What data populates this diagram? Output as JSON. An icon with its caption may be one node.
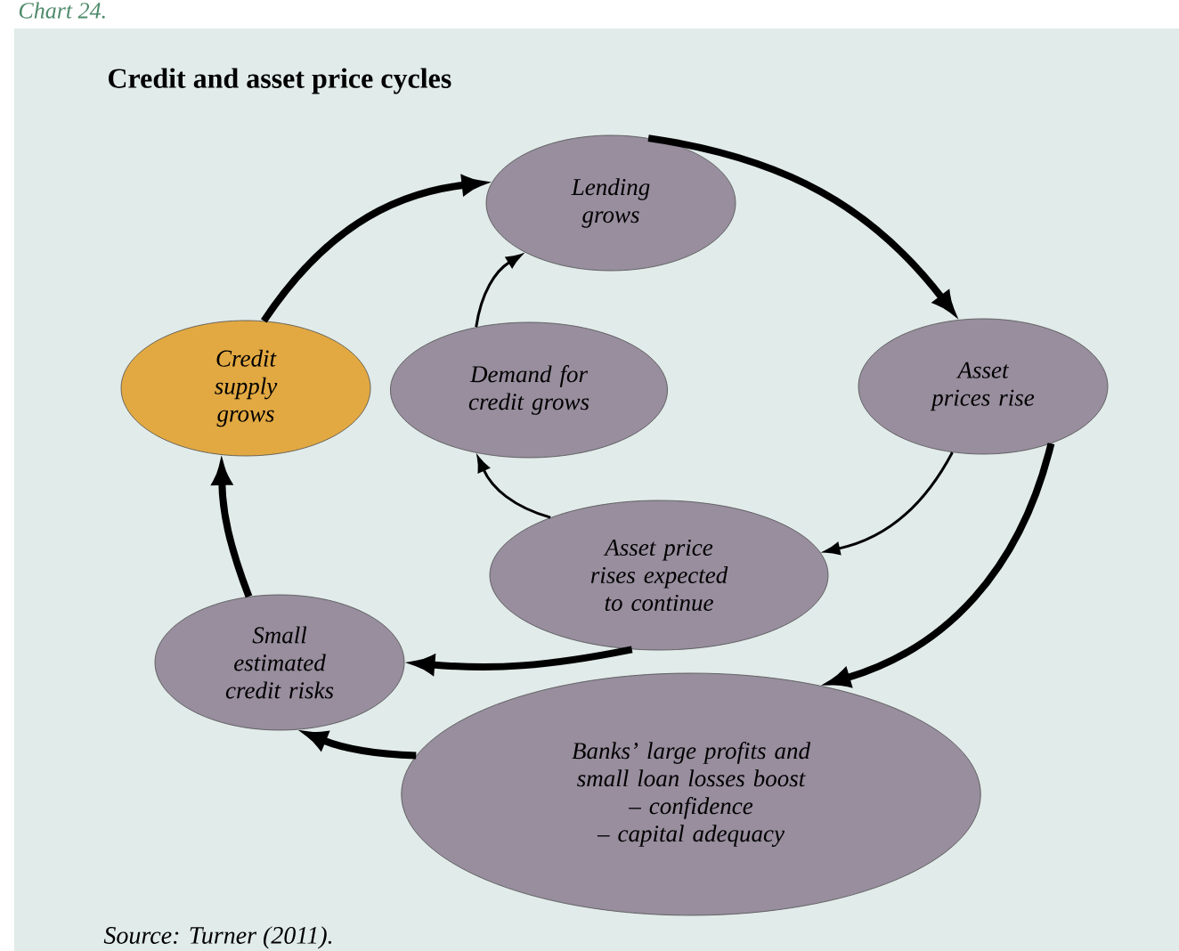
{
  "diagram": {
    "title": "Credit and asset price cycles",
    "caption": "Source: Turner (2011).",
    "nodes": [
      {
        "text": [
          "Lending grows"
        ]
      },
      {
        "text": [
          "Credit supply grows"
        ]
      },
      {
        "text": [
          "Demand for credit grows"
        ]
      },
      {
        "text": [
          "Asset prices rise"
        ]
      },
      {
        "text": [
          "Asset price rises expected to continue"
        ]
      },
      {
        "text": [
          "Small estimated credit risks"
        ]
      },
      {
        "text": [
          "Banks’ large profits and small loan losses boost",
          "– confidence",
          "– capital adequacy"
        ]
      }
    ],
    "edges": [
      {
        "from": 1,
        "to": 0,
        "arrow": "to"
      },
      {
        "from": 0,
        "to": 3,
        "arrow": "to"
      },
      {
        "from": 3,
        "to": 6,
        "arrow": "to"
      },
      {
        "from": 6,
        "to": 5,
        "arrow": "to"
      },
      {
        "from": 5,
        "to": 1,
        "arrow": "to"
      },
      {
        "from": 4,
        "to": 5,
        "arrow": "to"
      },
      {
        "from": 3,
        "to": 4,
        "arrow": "to"
      },
      {
        "from": 4,
        "to": 2,
        "arrow": "to"
      },
      {
        "from": 2,
        "to": 0,
        "arrow": "to"
      }
    ],
    "labels": [
      "Chart 24."
    ]
  }
}
